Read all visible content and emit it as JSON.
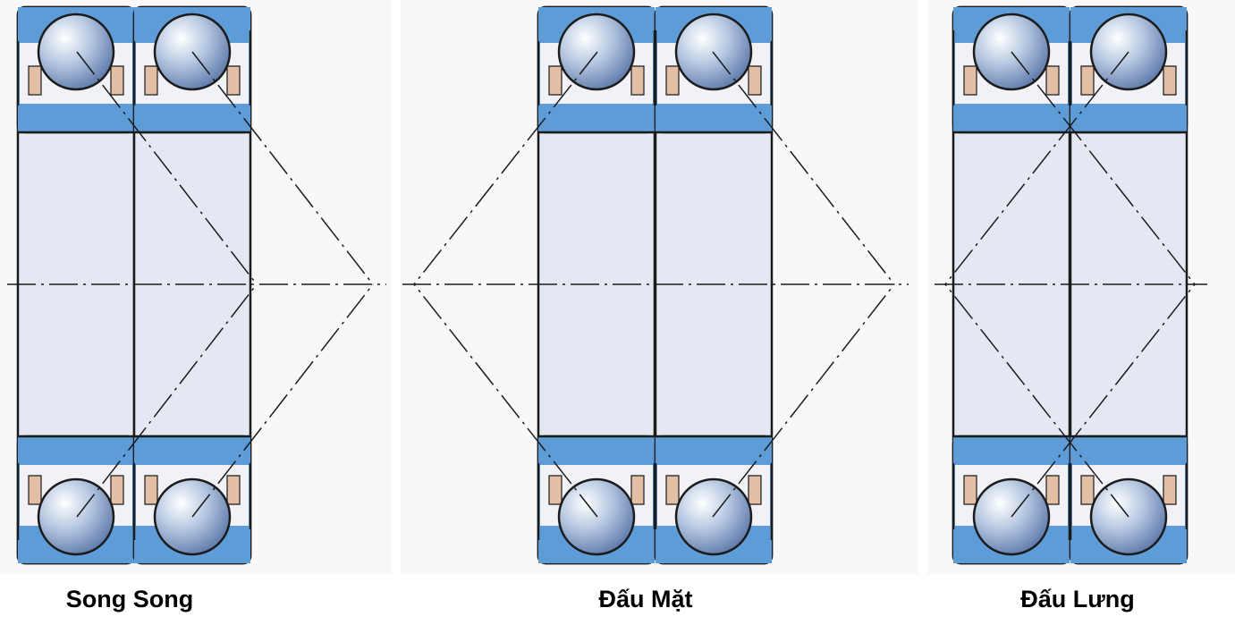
{
  "colors": {
    "background": "#f7f8f9",
    "panel_gap": "#ffffff",
    "ring_blue": "#5e9cd8",
    "bore_fill": "#e4e8f3",
    "cage_tan": "#e3bfa5",
    "cage_pocket": "#f1f2f7",
    "ball_light": "#ffffff",
    "ball_mid": "#b8c9e2",
    "ball_dark": "#5a76a8",
    "outline": "#1b1b1b"
  },
  "captions": {
    "parallel": "Song Song",
    "face_to_face": "Đấu Mặt",
    "back_to_back": "Đấu Lưng"
  },
  "arrangements": [
    {
      "key": "parallel",
      "contact": [
        "right",
        "right"
      ]
    },
    {
      "key": "face_to_face",
      "contact": [
        "right",
        "left"
      ]
    },
    {
      "key": "back_to_back",
      "contact": [
        "left",
        "right"
      ]
    }
  ]
}
